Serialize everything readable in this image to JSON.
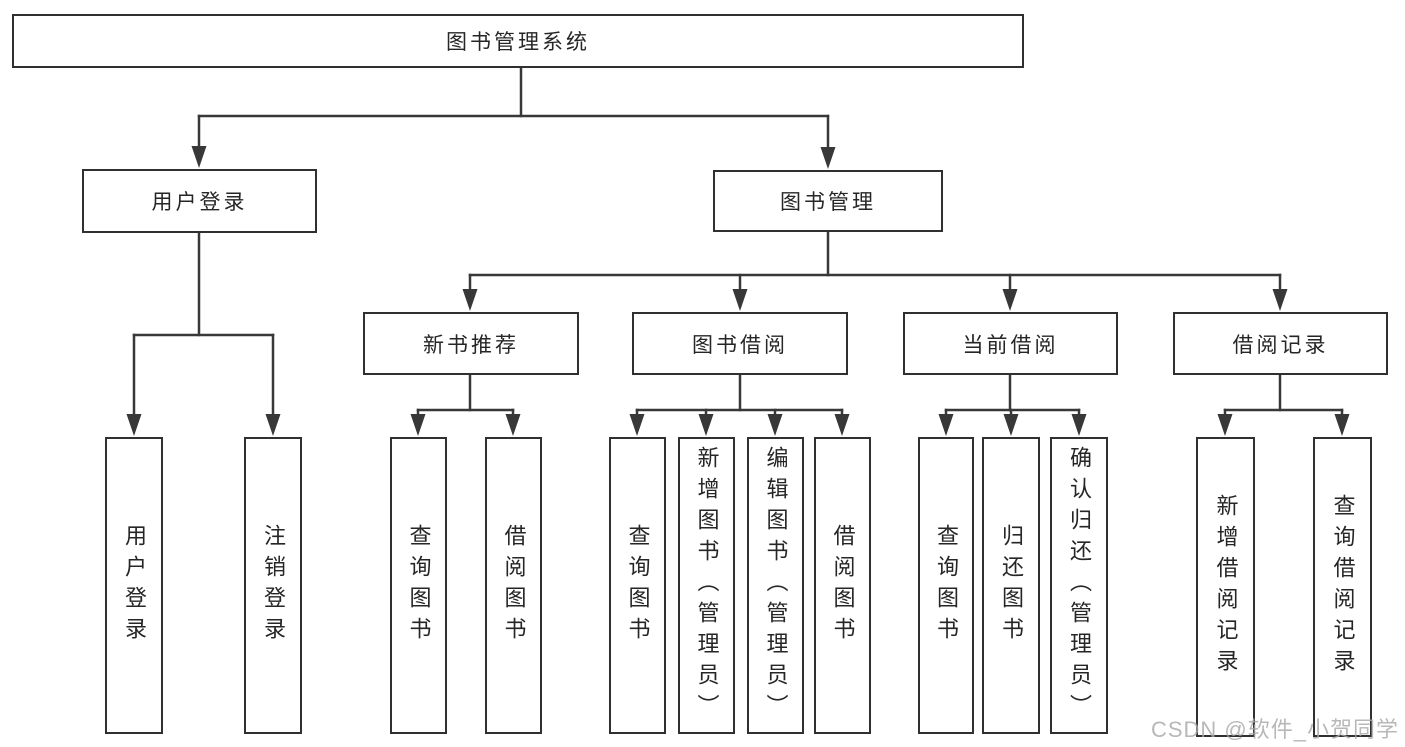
{
  "diagram": {
    "root": "图书管理系统",
    "level2": {
      "user_login": "用户登录",
      "book_management": "图书管理"
    },
    "level3": {
      "new_book_recommend": "新书推荐",
      "book_borrow": "图书借阅",
      "current_borrow": "当前借阅",
      "borrow_records": "借阅记录"
    },
    "leaves": {
      "user_login_login": "用户登录",
      "user_login_logout": "注销登录",
      "rec_query_books": "查询图书",
      "rec_borrow_books": "借阅图书",
      "borrow_query_books": "查询图书",
      "borrow_add_books_admin": "新增图书（管理员）",
      "borrow_edit_books_admin": "编辑图书（管理员）",
      "borrow_borrow_books": "借阅图书",
      "current_query_books": "查询图书",
      "current_return_books": "归还图书",
      "current_confirm_return_admin": "确认归还（管理员）",
      "records_add_record": "新增借阅记录",
      "records_query_record": "查询借阅记录"
    }
  },
  "watermark": "CSDN @软件_小贺同学",
  "colors": {
    "background": "#ffffff",
    "line": "#383838",
    "box_border": "#303030",
    "text": "#262626",
    "watermark": "#a8a8a8"
  }
}
